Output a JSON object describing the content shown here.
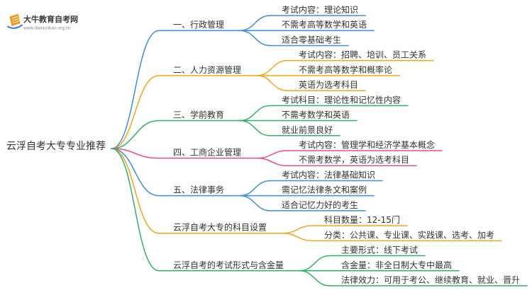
{
  "logo": {
    "name": "大牛教育自考网",
    "url": "www.daniuzikao.org.cn",
    "icon": "book-logo-icon",
    "colors": {
      "book": "#f39a1e",
      "swoosh": "#2f7fd6"
    }
  },
  "mindmap": {
    "root": "云浮自考大专专业推荐",
    "branches": [
      {
        "label": "一、行政管理",
        "color": "#3a8ee6",
        "children": [
          "考试内容：理论知识",
          "不需考高等数学和英语",
          "适合零基础考生"
        ]
      },
      {
        "label": "二、人力资源管理",
        "color": "#f4a51c",
        "children": [
          "考试内容：招聘、培训、员工关系",
          "不需考高等数学和概率论",
          "英语为选考科目"
        ]
      },
      {
        "label": "三、学前教育",
        "color": "#30b26a",
        "children": [
          "考试科目：理论性和记忆性内容",
          "不需考数学和英语",
          "就业前景良好"
        ]
      },
      {
        "label": "四、工商企业管理",
        "color": "#ea4b87",
        "children": [
          "考试内容：管理学和经济学基本概念",
          "不需考数学，英语为选考科目"
        ]
      },
      {
        "label": "五、法律事务",
        "color": "#3a8ee6",
        "children": [
          "考试内容：法律基础知识",
          "需记忆法律条文和案例",
          "适合记忆力好的考生"
        ]
      },
      {
        "label": "云浮自考大专的科目设置",
        "color": "#f4a51c",
        "children": [
          "科目数量：12-15门",
          "分类：公共课、专业课、实践课、选考、加考"
        ]
      },
      {
        "label": "云浮自考的考试形式与含金量",
        "color": "#30b26a",
        "children": [
          "主要形式：线下考试",
          "含金量：非全日制大专中最高",
          "法律效力：可用于考公、继续教育、就业、晋升"
        ]
      }
    ]
  }
}
